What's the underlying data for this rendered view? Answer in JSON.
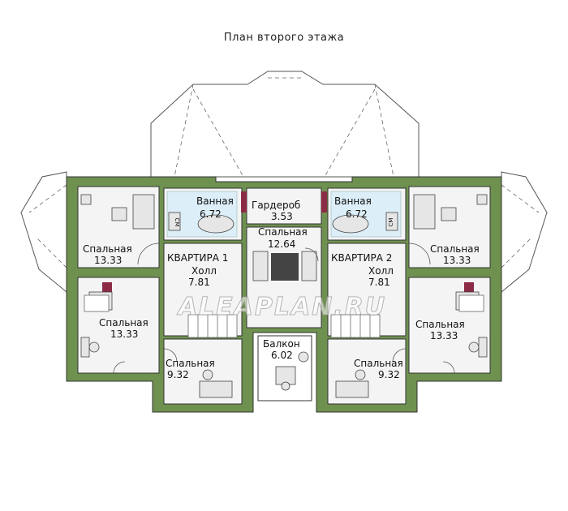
{
  "title": "План второго этажа",
  "watermark": "ALEAPLAN.RU",
  "colors": {
    "wall": "#6f9150",
    "floor": "#f4f4f4",
    "bath_tile": "#dceef8",
    "chimney": "#8c2b45"
  },
  "rooms": {
    "left_bath": {
      "name": "Ванная",
      "area": "6.72"
    },
    "right_bath": {
      "name": "Ванная",
      "area": "6.72"
    },
    "wardrobe": {
      "name": "Гардероб",
      "area": "3.53"
    },
    "center_bedroom": {
      "name": "Спальная",
      "area": "12.64"
    },
    "left_top_bedroom": {
      "name": "Спальная",
      "area": "13.33"
    },
    "right_top_bedroom": {
      "name": "Спальная",
      "area": "13.33"
    },
    "left_bottom_bedroom": {
      "name": "Спальная",
      "area": "13.33"
    },
    "right_bottom_bedroom": {
      "name": "Спальная",
      "area": "13.33"
    },
    "left_small_bedroom": {
      "name": "Спальная",
      "area": "9.32"
    },
    "right_small_bedroom": {
      "name": "Спальная",
      "area": "9.32"
    },
    "left_hall": {
      "name": "Холл",
      "area": "7.81"
    },
    "right_hall": {
      "name": "Холл",
      "area": "7.81"
    },
    "balcony": {
      "name": "Балкон",
      "area": "6.02"
    }
  },
  "apartments": {
    "left": "КВАРТИРА 1",
    "right": "КВАРТИРА 2"
  },
  "wm_text": "СМ"
}
